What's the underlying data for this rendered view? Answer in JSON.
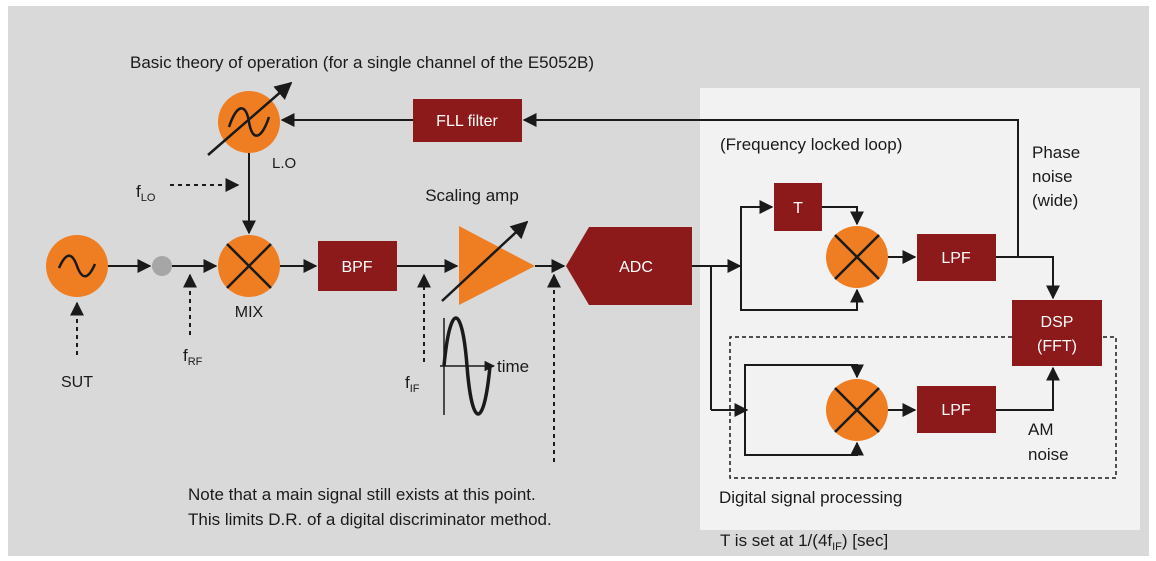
{
  "title": "Basic theory of operation (for a single channel of the E5052B)",
  "blocks": {
    "fll_filter": "FLL filter",
    "bpf": "BPF",
    "adc": "ADC",
    "t_delay": "T",
    "lpf_top": "LPF",
    "lpf_bottom": "LPF",
    "dsp_line1": "DSP",
    "dsp_line2": "(FFT)"
  },
  "labels": {
    "lo": "L.O",
    "f_lo_main": "f",
    "f_lo_sub": "LO",
    "mix": "MIX",
    "sut": "SUT",
    "f_rf_main": "f",
    "f_rf_sub": "RF",
    "f_if_main": "f",
    "f_if_sub": "IF",
    "scaling_amp": "Scaling amp",
    "time": "time",
    "fll_caption": "(Frequency locked loop)",
    "phase_noise_1": "Phase",
    "phase_noise_2": "noise",
    "phase_noise_3": "(wide)",
    "am_noise_1": "AM",
    "am_noise_2": "noise",
    "dsp_caption": "Digital signal processing",
    "note_1": "Note that a main signal still exists at this point.",
    "note_2": "This limits D.R. of a digital discriminator method.",
    "t_note_prefix": "T is set at 1/(4f",
    "t_note_sub": "IF",
    "t_note_suffix": ") [sec]"
  },
  "colors": {
    "background": "#d9d9d9",
    "panel": "#f2f2f2",
    "block": "#8c1a1b",
    "orange": "#ef7d22",
    "line": "#1a1a1a",
    "grey_dot": "#a6a6a6"
  }
}
